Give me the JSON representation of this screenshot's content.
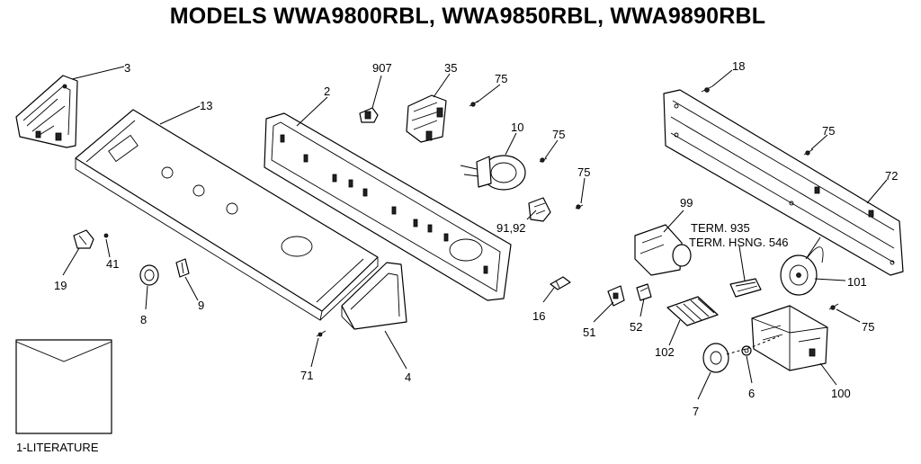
{
  "title": "MODELS WWA9800RBL, WWA9850RBL, WWA9890RBL",
  "callouts": {
    "p3": "3",
    "p13": "13",
    "p907": "907",
    "p35": "35",
    "p2": "2",
    "p75a": "75",
    "p10": "10",
    "p75b": "75",
    "p75c": "75",
    "p9192": "91,92",
    "p16": "16",
    "p19": "19",
    "p41": "41",
    "p8": "8",
    "p9": "9",
    "p71": "71",
    "p4": "4",
    "p18": "18",
    "p75d": "75",
    "p72": "72",
    "p99": "99",
    "term935": "TERM. 935",
    "termhsng": "TERM. HSNG. 546",
    "p101": "101",
    "p75e": "75",
    "p51": "51",
    "p52": "52",
    "p102": "102",
    "p7": "7",
    "p6": "6",
    "p100": "100"
  },
  "literature_label": "1-LITERATURE"
}
